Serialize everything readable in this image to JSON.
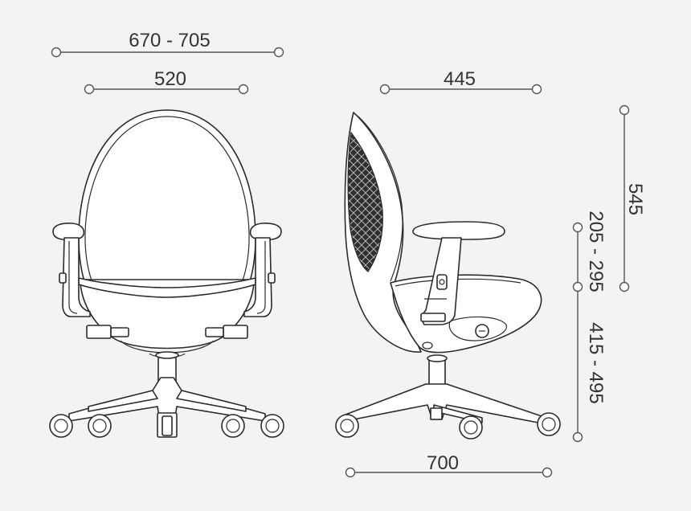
{
  "colors": {
    "background": "#f3f3f3",
    "line": "#2b2b2b",
    "dimension": "#555555",
    "text": "#333333"
  },
  "dimensions": {
    "overall_width": "670 - 705",
    "seat_width": "520",
    "seat_depth": "445",
    "backrest_height": "545",
    "armrest_height": "205 - 295",
    "seat_height": "415 - 495",
    "base_diameter": "700"
  }
}
